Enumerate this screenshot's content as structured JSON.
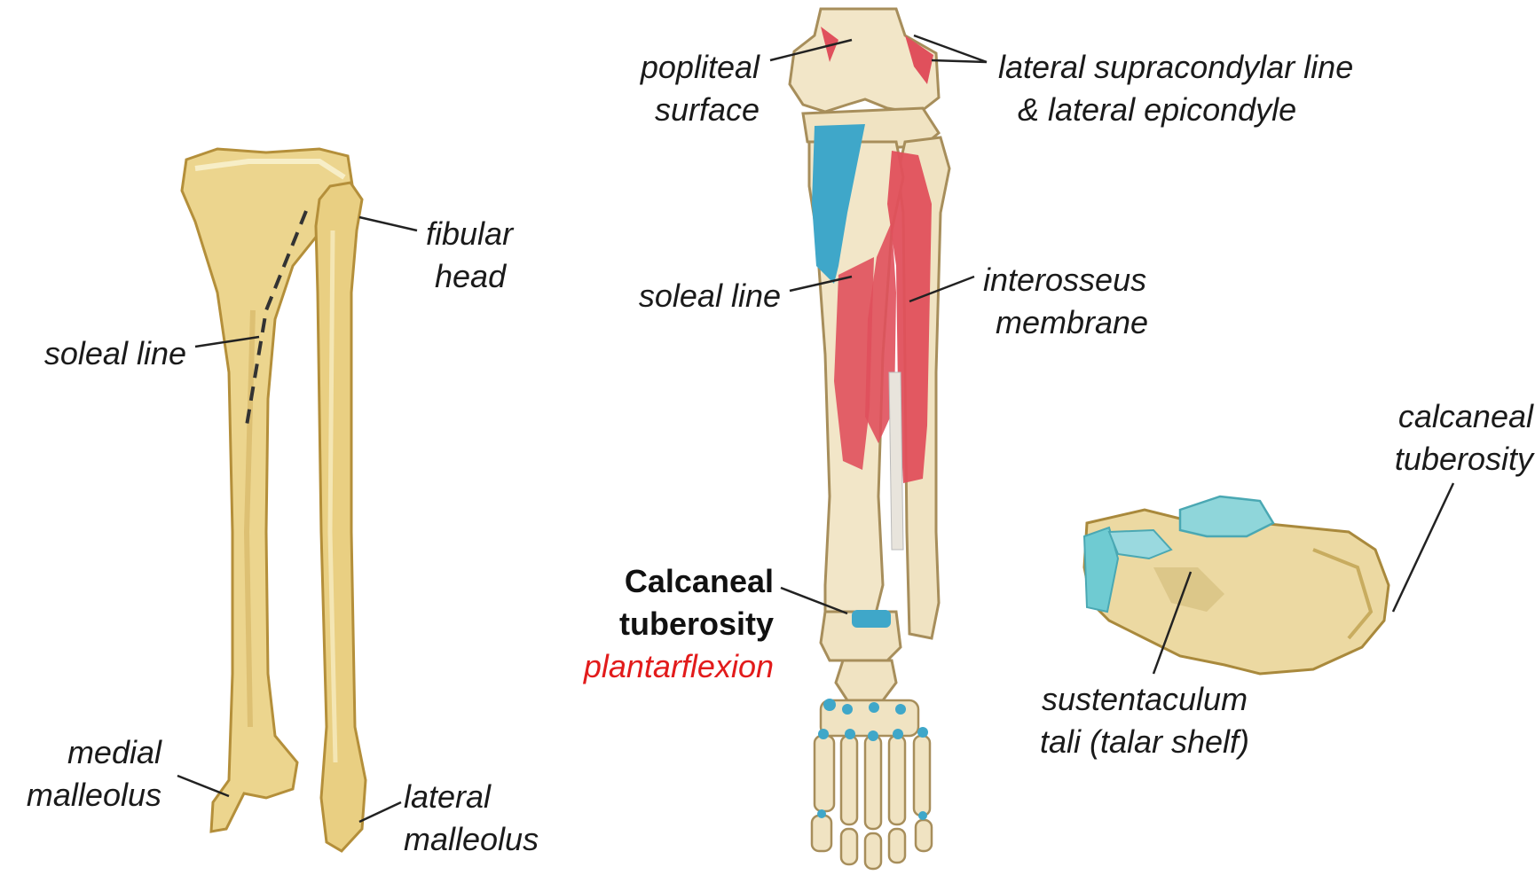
{
  "colors": {
    "bone": "#ecd58e",
    "bone_shadow": "#c9a84e",
    "bone_light": "#f6ebc0",
    "muscle": "#e0505c",
    "attachment_blue": "#3fa7c9",
    "membrane": "#e8e4dc",
    "accent_red_text": "#e21b1b",
    "leader_line": "#222222"
  },
  "icons": [
    "tibia-fibula-illustration",
    "leg-foot-posterior-illustration",
    "calcaneus-illustration"
  ],
  "left_figure": {
    "soleal_line": "soleal line",
    "fibular_head": [
      "fibular",
      "head"
    ],
    "medial_malleolus": [
      "medial",
      "malleolus"
    ],
    "lateral_malleolus": [
      "lateral",
      "malleolus"
    ]
  },
  "middle_figure": {
    "popliteal_surface": [
      "popliteal",
      "surface"
    ],
    "lateral_supracondylar": [
      "lateral supracondylar line",
      "& lateral epicondyle"
    ],
    "soleal_line": "soleal line",
    "interosseus_membrane": [
      "interosseus",
      "membrane"
    ],
    "calcaneal_tuberosity": [
      "Calcaneal",
      "tuberosity"
    ],
    "action": "plantarflexion"
  },
  "right_figure": {
    "calcaneal_tuberosity": [
      "calcaneal",
      "tuberosity"
    ],
    "sustentaculum_tali": [
      "sustentaculum",
      "tali (talar shelf)"
    ]
  }
}
